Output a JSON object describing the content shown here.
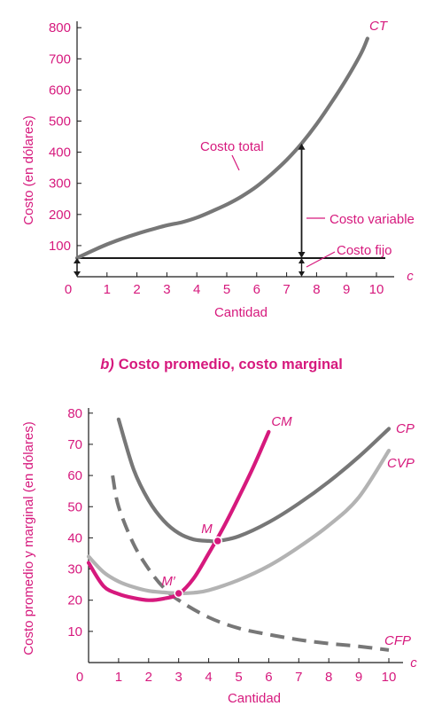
{
  "colors": {
    "pink": "#d6197d",
    "dark_gray": "#777777",
    "light_gray": "#b3b3b3",
    "black": "#1a1a1a"
  },
  "section_b": {
    "letter": "b)",
    "title": "Costo promedio, costo marginal"
  },
  "chart_data": [
    {
      "type": "line",
      "ylabel": "Costo (en dólares)",
      "xlabel": "Cantidad",
      "x_axis_letter": "c",
      "xlim": [
        0,
        10
      ],
      "ylim": [
        0,
        800
      ],
      "x_ticks": [
        0,
        1,
        2,
        3,
        4,
        5,
        6,
        7,
        8,
        9,
        10
      ],
      "y_ticks": [
        100,
        200,
        300,
        400,
        500,
        600,
        700,
        800
      ],
      "series": [
        {
          "name": "CT",
          "label_text": "Costo total",
          "x": [
            0,
            0.5,
            1,
            1.5,
            2,
            2.5,
            3,
            3.5,
            4,
            4.5,
            5,
            5.5,
            6,
            6.5,
            7,
            7.5,
            8,
            8.5,
            9,
            9.5,
            9.7
          ],
          "y": [
            60,
            83,
            104,
            122,
            138,
            152,
            165,
            175,
            190,
            210,
            232,
            258,
            290,
            330,
            375,
            428,
            490,
            560,
            635,
            720,
            765
          ]
        },
        {
          "name": "Costo fijo",
          "x": [
            0,
            10
          ],
          "y": [
            60,
            60
          ]
        }
      ],
      "annotations": [
        {
          "text": "Costo variable",
          "x": 7.5,
          "y_from": 60,
          "y_to": 428
        },
        {
          "text": "Costo fijo",
          "x": 7.5,
          "y_from": 0,
          "y_to": 60
        }
      ]
    },
    {
      "type": "line",
      "ylabel": "Costo promedio y marginal (en dólares)",
      "xlabel": "Cantidad",
      "x_axis_letter": "c",
      "xlim": [
        0,
        10
      ],
      "ylim": [
        0,
        80
      ],
      "x_ticks": [
        0,
        1,
        2,
        3,
        4,
        5,
        6,
        7,
        8,
        9,
        10
      ],
      "y_ticks": [
        10,
        20,
        30,
        40,
        50,
        60,
        70,
        80
      ],
      "series": [
        {
          "name": "CM",
          "x": [
            0,
            0.5,
            1,
            1.5,
            2,
            2.5,
            3,
            3.5,
            4,
            4.5,
            5,
            5.5,
            6
          ],
          "y": [
            32,
            24.5,
            22,
            20.7,
            20,
            20.5,
            22,
            27,
            35,
            43.5,
            53,
            63,
            74
          ]
        },
        {
          "name": "CP",
          "x": [
            1,
            1.5,
            2,
            2.5,
            3,
            3.5,
            4,
            4.3,
            5,
            6,
            7,
            8,
            9,
            10
          ],
          "y": [
            78,
            62,
            52,
            45.5,
            41.5,
            39.5,
            39,
            39,
            40.5,
            45,
            51,
            58,
            66,
            75
          ]
        },
        {
          "name": "CVP",
          "x": [
            0,
            0.5,
            1,
            1.5,
            2,
            2.5,
            3,
            3.5,
            4,
            5,
            6,
            7,
            8,
            9,
            10
          ],
          "y": [
            34,
            29,
            26,
            24.2,
            23,
            22.5,
            22.2,
            22.4,
            23.2,
            26.5,
            31,
            37,
            44,
            53,
            68
          ]
        },
        {
          "name": "CFP",
          "x": [
            0.8,
            1,
            1.5,
            2,
            2.5,
            3,
            4,
            5,
            6,
            7,
            8,
            9,
            10
          ],
          "y": [
            60,
            50,
            38,
            30,
            24,
            20,
            14.5,
            11,
            9,
            7.3,
            6.1,
            5.2,
            4
          ]
        }
      ],
      "points": [
        {
          "label": "M",
          "x": 4.3,
          "y": 39
        },
        {
          "label": "M′",
          "x": 3,
          "y": 22.2
        }
      ]
    }
  ]
}
